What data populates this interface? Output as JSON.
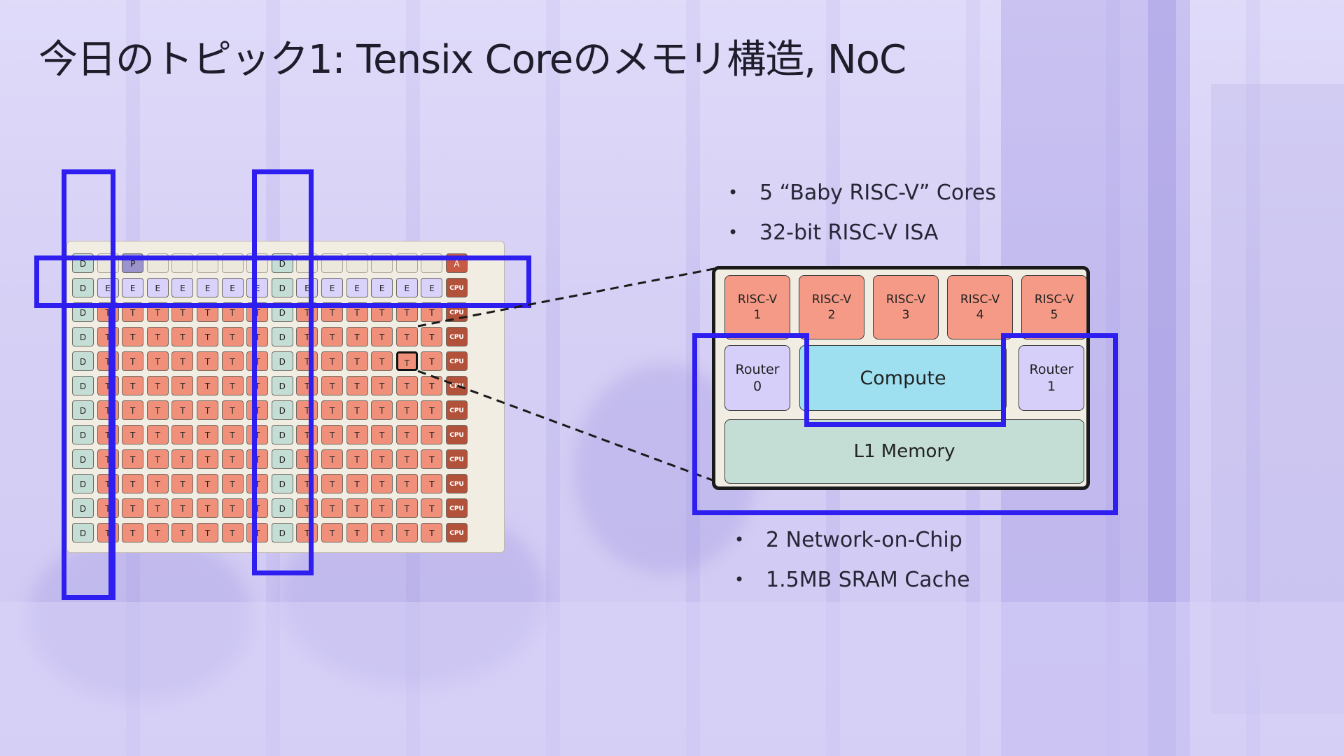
{
  "slide": {
    "title": "今日のトピック1: Tensix Coreのメモリ構造, NoC"
  },
  "chip_grid": {
    "rows": [
      [
        "D",
        "X",
        "P",
        "X",
        "X",
        "X",
        "X",
        "X",
        "D",
        "X",
        "X",
        "X",
        "X",
        "X",
        "X",
        "A"
      ],
      [
        "D",
        "E",
        "E",
        "E",
        "E",
        "E",
        "E",
        "E",
        "D",
        "E",
        "E",
        "E",
        "E",
        "E",
        "E",
        "CPU"
      ],
      [
        "D",
        "T",
        "T",
        "T",
        "T",
        "T",
        "T",
        "T",
        "D",
        "T",
        "T",
        "T",
        "T",
        "T",
        "T",
        "CPU"
      ],
      [
        "D",
        "T",
        "T",
        "T",
        "T",
        "T",
        "T",
        "T",
        "D",
        "T",
        "T",
        "T",
        "T",
        "T",
        "T",
        "CPU"
      ],
      [
        "D",
        "T",
        "T",
        "T",
        "T",
        "T",
        "T",
        "T",
        "D",
        "T",
        "T",
        "T",
        "T",
        "T",
        "T",
        "CPU"
      ],
      [
        "D",
        "T",
        "T",
        "T",
        "T",
        "T",
        "T",
        "T",
        "D",
        "T",
        "T",
        "T",
        "T",
        "T",
        "T",
        "CPU"
      ],
      [
        "D",
        "T",
        "T",
        "T",
        "T",
        "T",
        "T",
        "T",
        "D",
        "T",
        "T",
        "T",
        "T",
        "T",
        "T",
        "CPU"
      ],
      [
        "D",
        "T",
        "T",
        "T",
        "T",
        "T",
        "T",
        "T",
        "D",
        "T",
        "T",
        "T",
        "T",
        "T",
        "T",
        "CPU"
      ],
      [
        "D",
        "T",
        "T",
        "T",
        "T",
        "T",
        "T",
        "T",
        "D",
        "T",
        "T",
        "T",
        "T",
        "T",
        "T",
        "CPU"
      ],
      [
        "D",
        "T",
        "T",
        "T",
        "T",
        "T",
        "T",
        "T",
        "D",
        "T",
        "T",
        "T",
        "T",
        "T",
        "T",
        "CPU"
      ],
      [
        "D",
        "T",
        "T",
        "T",
        "T",
        "T",
        "T",
        "T",
        "D",
        "T",
        "T",
        "T",
        "T",
        "T",
        "T",
        "CPU"
      ],
      [
        "D",
        "T",
        "T",
        "T",
        "T",
        "T",
        "T",
        "T",
        "D",
        "T",
        "T",
        "T",
        "T",
        "T",
        "T",
        "CPU"
      ]
    ],
    "labels": {
      "D": "D",
      "E": "E",
      "T": "T",
      "P": "P",
      "A": "A",
      "CPU": "CPU",
      "X": ""
    },
    "selected_row": 4,
    "selected_col": 13
  },
  "core": {
    "risc_v": [
      {
        "name": "RISC-V",
        "num": "1"
      },
      {
        "name": "RISC-V",
        "num": "2"
      },
      {
        "name": "RISC-V",
        "num": "3"
      },
      {
        "name": "RISC-V",
        "num": "4"
      },
      {
        "name": "RISC-V",
        "num": "5"
      }
    ],
    "router0": {
      "name": "Router",
      "num": "0"
    },
    "router1": {
      "name": "Router",
      "num": "1"
    },
    "compute": "Compute",
    "l1": "L1 Memory"
  },
  "bullets_top": [
    "5 “Baby RISC-V” Cores",
    "32-bit RISC-V ISA"
  ],
  "bullets_bottom": [
    "2 Network-on-Chip",
    "1.5MB SRAM Cache"
  ],
  "colors": {
    "overlay": "#2e1ff0",
    "tensix": "#f0907a",
    "dram": "#c4ded5",
    "eth": "#d9d2fb",
    "cpu": "#b3523b",
    "compute": "#9edff0"
  }
}
